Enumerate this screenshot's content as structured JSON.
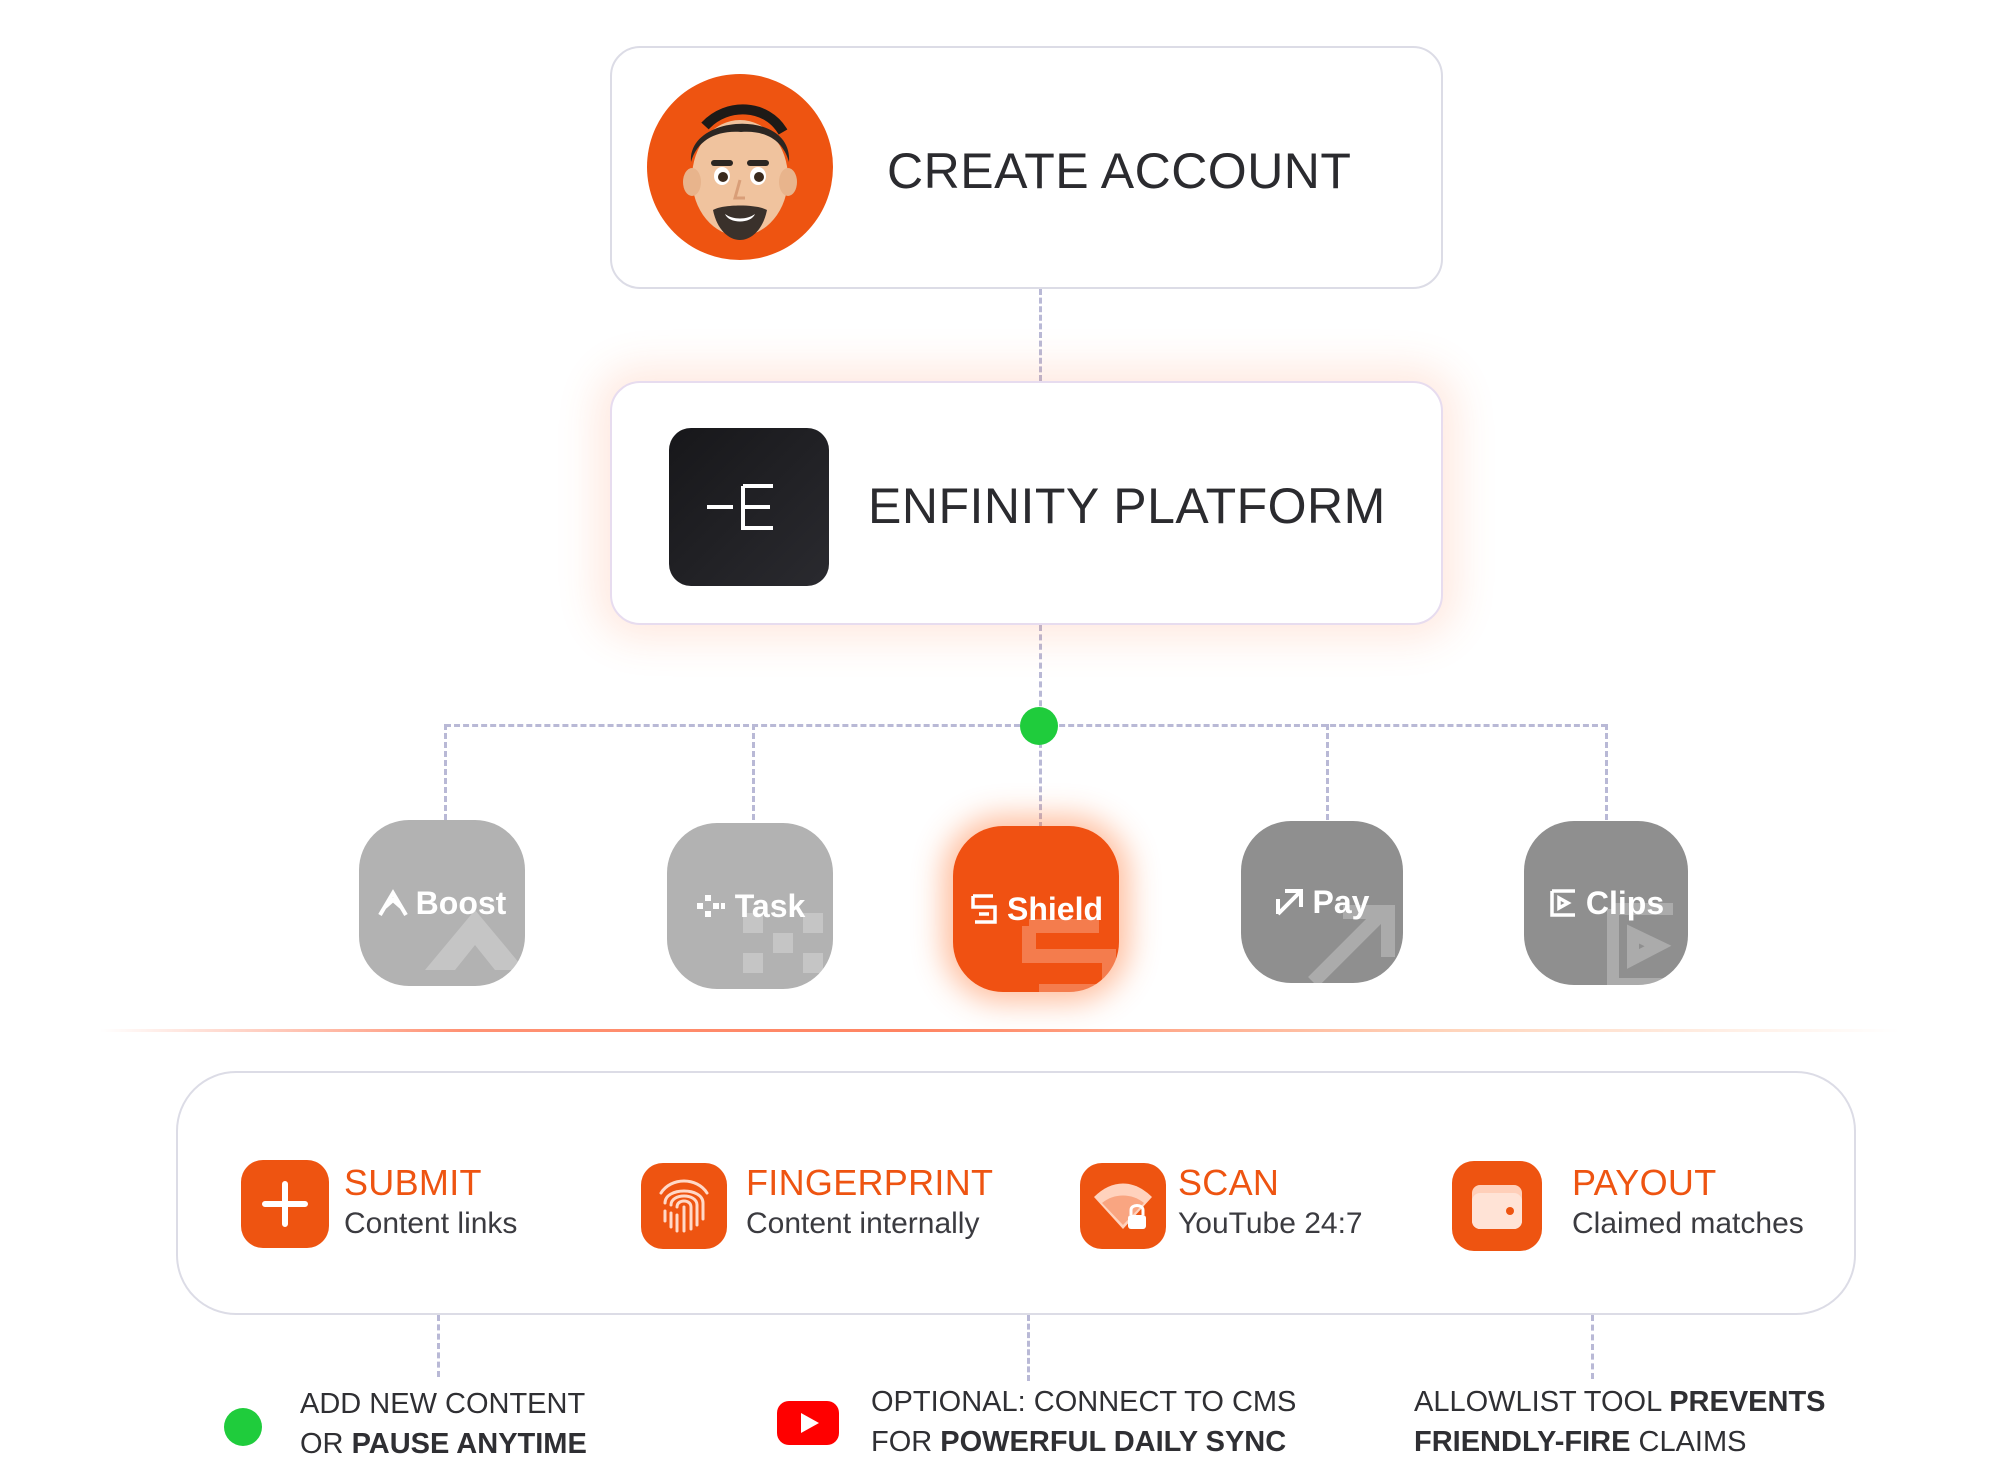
{
  "nodes": {
    "create_account": {
      "title": "CREATE ACCOUNT"
    },
    "platform": {
      "title": "ENFINITY PLATFORM"
    }
  },
  "products": [
    {
      "label": "Boost",
      "icon": "boost-icon",
      "state": "inactive"
    },
    {
      "label": "Task",
      "icon": "task-icon",
      "state": "inactive"
    },
    {
      "label": "Shield",
      "icon": "shield-icon",
      "state": "active"
    },
    {
      "label": "Pay",
      "icon": "pay-icon",
      "state": "inactive"
    },
    {
      "label": "Clips",
      "icon": "clips-icon",
      "state": "inactive"
    }
  ],
  "steps": [
    {
      "title": "SUBMIT",
      "subtitle": "Content links",
      "icon": "plus-icon"
    },
    {
      "title": "FINGERPRINT",
      "subtitle": "Content internally",
      "icon": "fingerprint-icon"
    },
    {
      "title": "SCAN",
      "subtitle": "YouTube 24:7",
      "icon": "wifi-lock-icon"
    },
    {
      "title": "PAYOUT",
      "subtitle": "Claimed matches",
      "icon": "wallet-icon"
    }
  ],
  "notes": [
    {
      "line1_regular": "ADD NEW CONTENT",
      "line2_regular": "OR ",
      "line2_bold": "PAUSE ANYTIME",
      "icon": "green-dot-icon"
    },
    {
      "line1_regular": "OPTIONAL: CONNECT TO CMS",
      "line2_regular": "FOR ",
      "line2_bold": "POWERFUL DAILY SYNC",
      "icon": "youtube-icon"
    },
    {
      "line1_regular": "ALLOWLIST TOOL ",
      "line1_bold": "PREVENTS",
      "line2_bold": "FRIENDLY-FIRE",
      "line2_regular": " CLAIMS"
    }
  ],
  "colors": {
    "accent": "#ee5411",
    "active_dot": "#1fcc3c",
    "connector": "#b9b9d6",
    "inactive_tile": "#b2b2b2",
    "inactive_tile_dark": "#8f8f8f",
    "youtube_red": "#ff0000"
  }
}
